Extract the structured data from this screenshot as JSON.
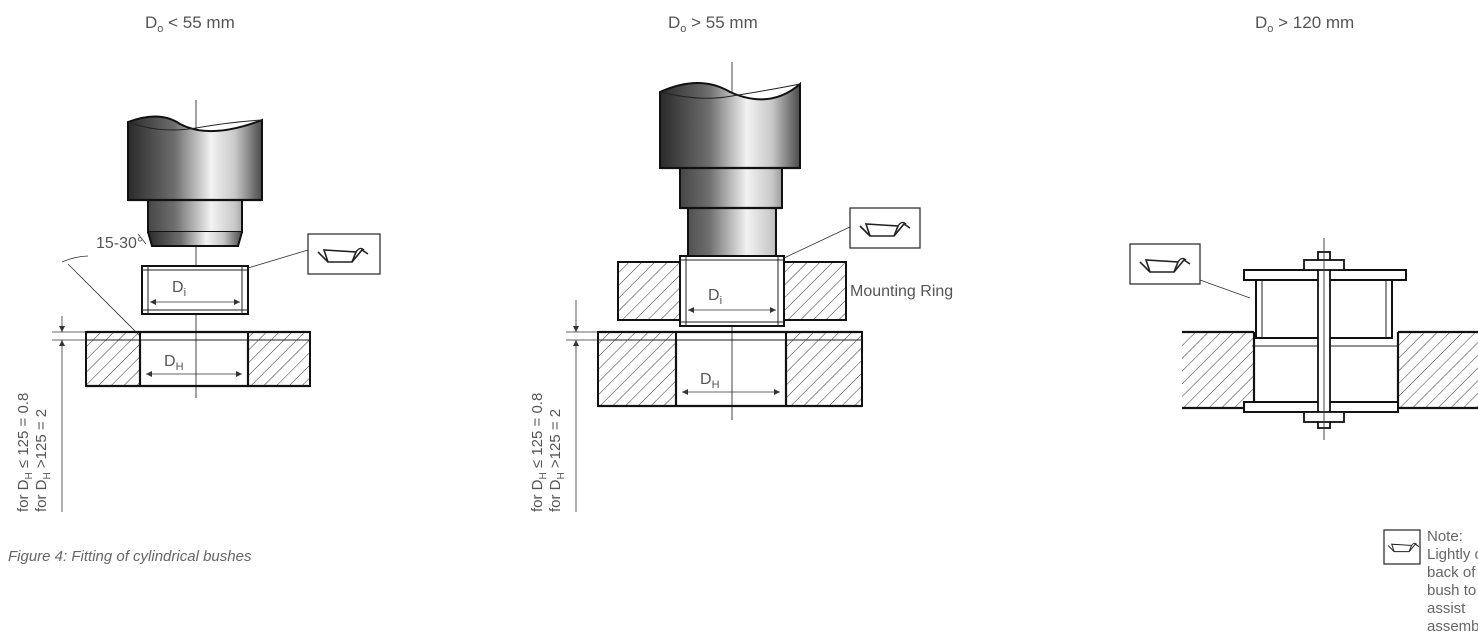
{
  "headings": {
    "left": {
      "main": "D",
      "sub": "o",
      "rest": " < 55 mm"
    },
    "middle": {
      "main": "D",
      "sub": "o",
      "rest": " > 55 mm"
    },
    "right": {
      "main": "D",
      "sub": "o",
      "rest": " > 120 mm"
    }
  },
  "labels": {
    "angle": "15-30°",
    "di_main": "D",
    "di_sub": "i",
    "dh_main": "D",
    "dh_sub": "H",
    "mounting_ring": "Mounting Ring"
  },
  "chamfer_note": {
    "line1": {
      "pre": "for D",
      "sub": "H",
      "post": " ≤ 125 = 0.8"
    },
    "line2": {
      "pre": "for D",
      "sub": "H",
      "post": " >125 = 2"
    }
  },
  "caption": "Figure 4: Fitting of cylindrical bushes",
  "note": {
    "title": "Note:",
    "text": "Lightly oil back of bush to assist assembly"
  },
  "icons": [
    "oil-can-icon"
  ],
  "colors": {
    "text": "#555555",
    "line": "#111111"
  }
}
